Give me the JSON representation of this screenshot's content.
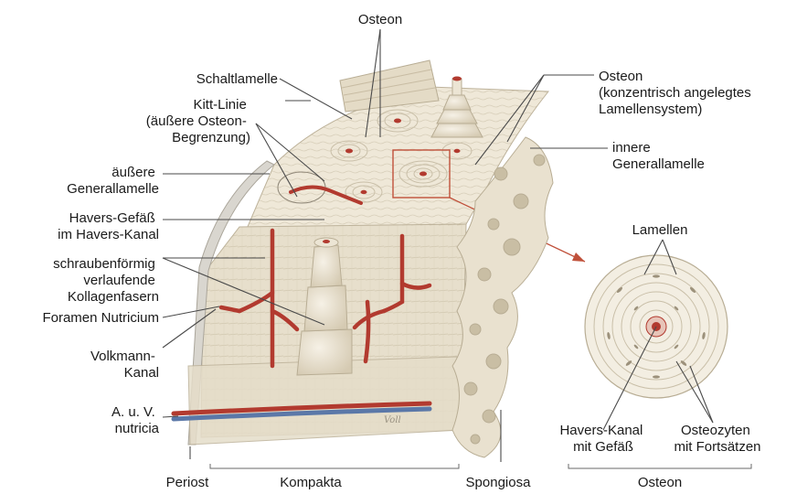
{
  "labels": {
    "osteon_top": "Osteon",
    "osteon_right": [
      "Osteon",
      "(konzentrisch angelegtes",
      "Lamellensystem)"
    ],
    "schaltlamelle": "Schaltlamelle",
    "kitt_linie": [
      "Kitt-Linie",
      "(äußere Osteon-",
      "Begrenzung)"
    ],
    "aeussere_generallamelle": [
      "äußere",
      "Generallamelle"
    ],
    "innere_generallamelle": [
      "innere",
      "Generallamelle"
    ],
    "havers_gefaess": [
      "Havers-Gefäß",
      "im Havers-Kanal"
    ],
    "kollagenfasern": [
      "schraubenförmig",
      "verlaufende",
      "Kollagenfasern"
    ],
    "foramen_nutricium": "Foramen Nutricium",
    "volkmann_kanal": [
      "Volkmann-",
      "Kanal"
    ],
    "a_u_v_nutricia": [
      "A. u. V.",
      "nutricia"
    ],
    "lamellen": "Lamellen",
    "havers_kanal_gefaess": [
      "Havers-Kanal",
      "mit Gefäß"
    ],
    "osteozyten": [
      "Osteozyten",
      "mit Fortsätzen"
    ],
    "periost": "Periost",
    "kompakta": "Kompakta",
    "spongiosa": "Spongiosa",
    "osteon_bottom": "Osteon",
    "signature": "Voll"
  },
  "colors": {
    "bone": "#efe8d8",
    "bone_shade": "#ddd3bd",
    "bone_dark": "#c9bea4",
    "vessel_red": "#b23a2f",
    "vessel_blue": "#5b78a8",
    "highlight_box": "#c0503a",
    "periost": "#d9d6cf"
  }
}
